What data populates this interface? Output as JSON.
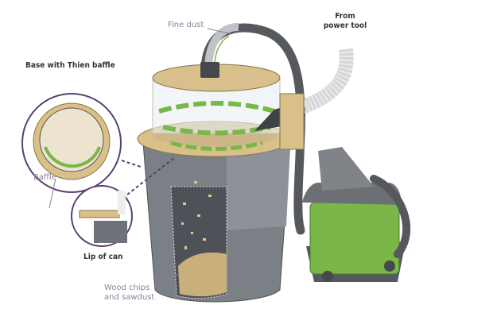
{
  "labels": {
    "fine_dust": "Fine dust",
    "from_power_tool_line1": "From",
    "from_power_tool_line2": "power tool",
    "base_inset_title": "Base with Thien baffle",
    "baffle": "Baffle",
    "lip_inset_title": "Lip of can",
    "wood_chips_line1": "Wood chips",
    "wood_chips_line2": "and sawdust"
  },
  "colors": {
    "wood": "#d9c08a",
    "can": "#7b7f86",
    "green": "#7ab648",
    "inset_ring": "#5b3f72",
    "label_light": "#8c7f9c"
  }
}
